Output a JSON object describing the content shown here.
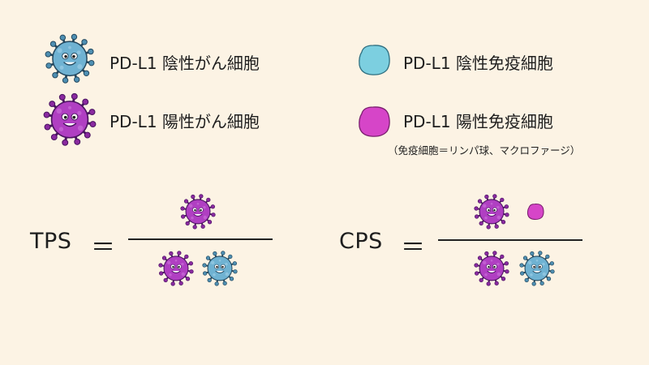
{
  "legend": {
    "negative_cancer": "PD-L1 陰性がん細胞",
    "positive_cancer": "PD-L1 陽性がん細胞",
    "negative_immune": "PD-L1 陰性免疫細胞",
    "positive_immune": "PD-L1 陽性免疫細胞",
    "immune_note": "（免疫細胞＝リンパ球、マクロファージ）"
  },
  "formulas": {
    "tps": {
      "name": "TPS",
      "equals": "＝"
    },
    "cps": {
      "name": "CPS",
      "equals": "＝"
    }
  },
  "colors": {
    "background": "#fcf3e4",
    "negative_cancer": "#6fb2d2",
    "positive_cancer": "#b03fc2",
    "negative_immune": "#7ccfe0",
    "positive_immune": "#d645c8"
  }
}
